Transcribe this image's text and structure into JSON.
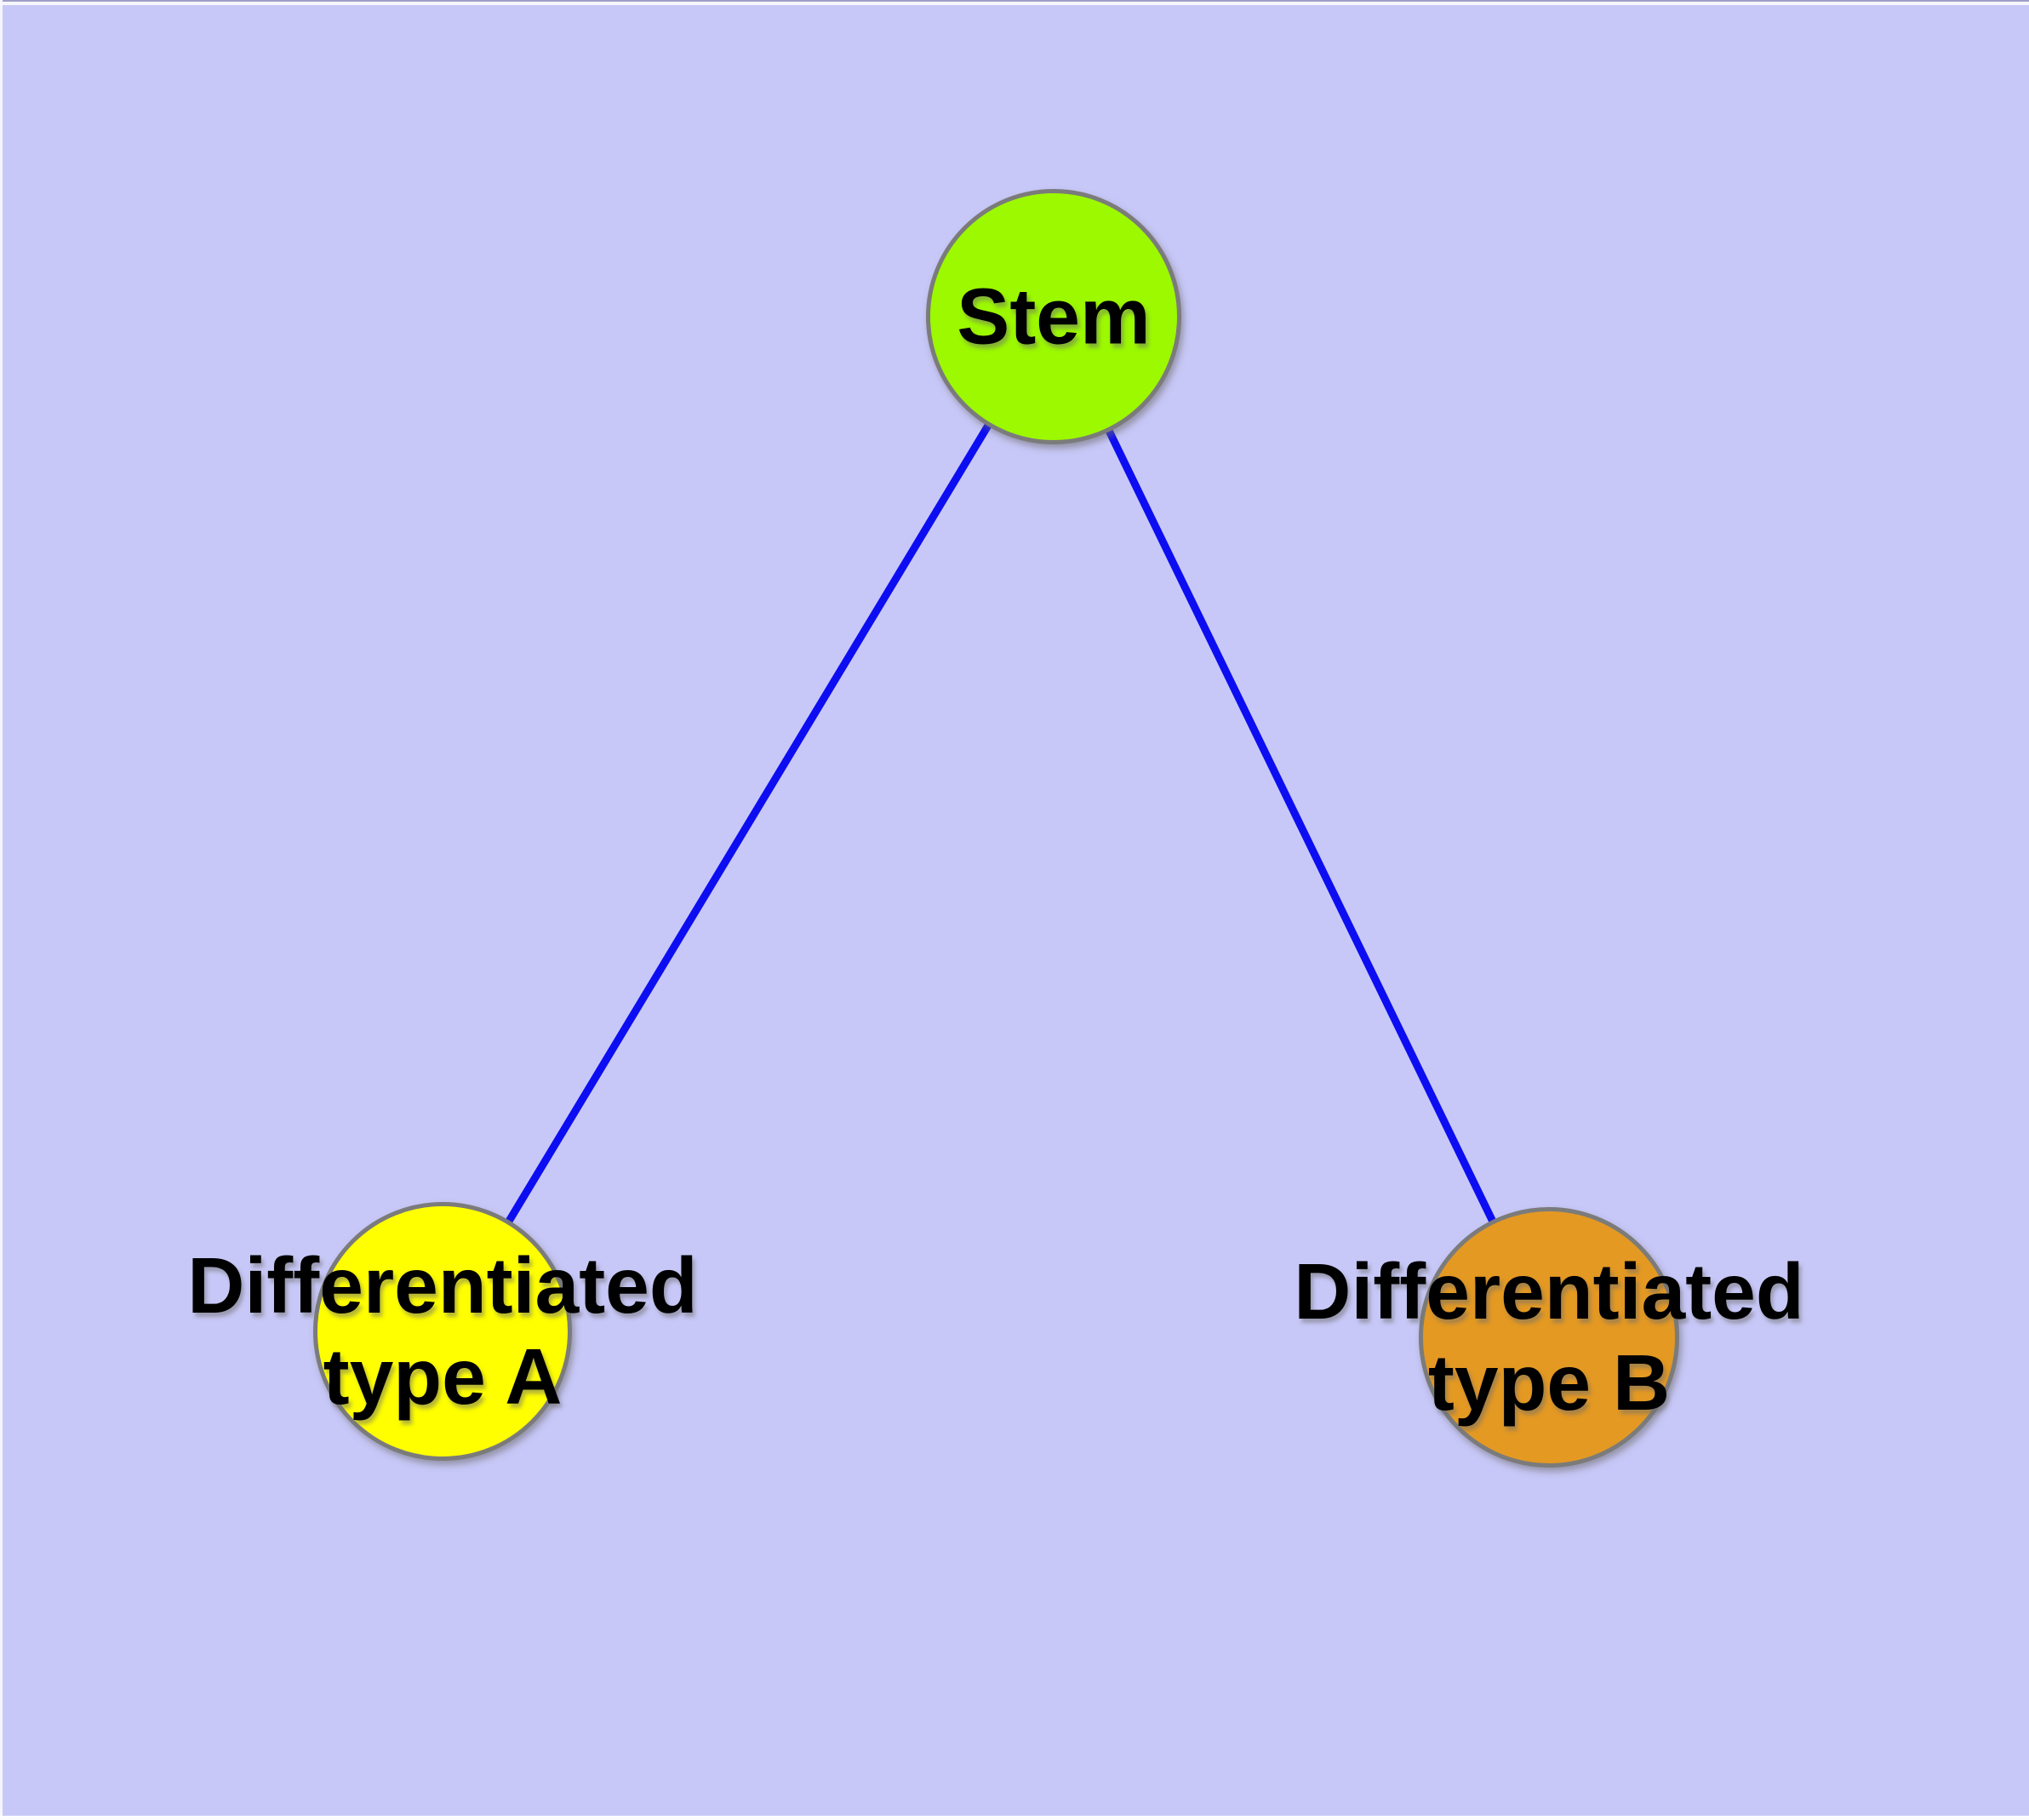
{
  "canvas": {
    "background_color": "#c8c8f8"
  },
  "graph": {
    "nodes": {
      "stem": {
        "label": "Stem",
        "fill": "#9cf900"
      },
      "type_a": {
        "label": "Differentiated\ntype A",
        "fill": "#ffff00"
      },
      "type_b": {
        "label": "Differentiated\ntype B",
        "fill": "#e49923"
      }
    },
    "edges": [
      {
        "from": "stem",
        "to": "type_a"
      },
      {
        "from": "stem",
        "to": "type_b"
      }
    ],
    "edge_color": "#0d0df2",
    "node_border_color": "#7b7b7b",
    "label_color": "#000000"
  }
}
